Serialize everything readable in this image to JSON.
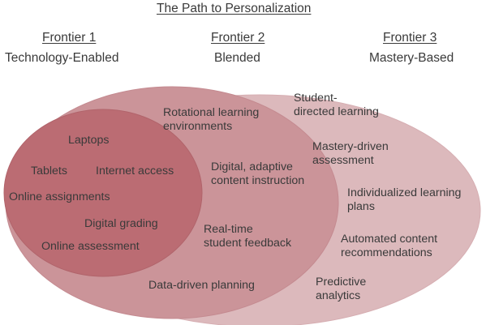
{
  "title": "The Path to Personalization",
  "frontiers": [
    {
      "heading": "Frontier 1",
      "subtitle": "Technology-Enabled"
    },
    {
      "heading": "Frontier 2",
      "subtitle": "Blended"
    },
    {
      "heading": "Frontier 3",
      "subtitle": "Mastery-Based"
    }
  ],
  "frontier1_items": [
    "Laptops",
    "Tablets",
    "Internet access",
    "Online assignments",
    "Digital grading",
    "Online assessment"
  ],
  "frontier2_items": [
    "Rotational learning\nenvironments",
    "Digital, adaptive\ncontent instruction",
    "Real-time\nstudent feedback",
    "Data-driven planning"
  ],
  "frontier3_items": [
    "Student-\ndirected learning",
    "Mastery-driven\nassessment",
    "Individualized learning\nplans",
    "Automated content\nrecommendations",
    "Predictive\nanalytics"
  ],
  "colors": {
    "outer": "#dcb9bc",
    "middle": "#cb9499",
    "inner": "#bb6c73",
    "text": "#3a3a3a"
  }
}
